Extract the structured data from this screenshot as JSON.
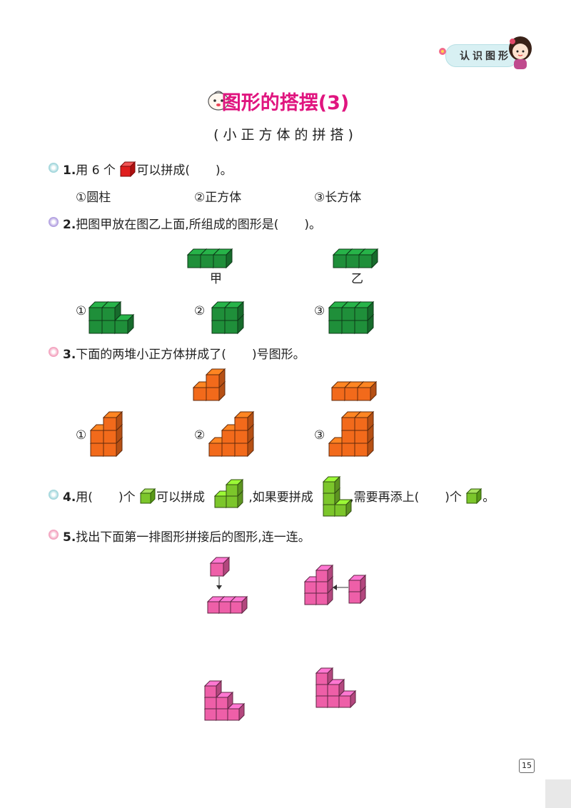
{
  "header": {
    "tag": "认识图形"
  },
  "title": "图形的搭摆(3)",
  "subtitle": "(小正方体的拼搭)",
  "q1": {
    "num": "1.",
    "pre": "用 6 个",
    "post": "可以拼成(",
    "close": ")。",
    "options": [
      "①圆柱",
      "②正方体",
      "③长方体"
    ]
  },
  "q2": {
    "num": "2.",
    "text": "把图甲放在图乙上面,所组成的图形是(",
    "close": ")。",
    "labels": [
      "甲",
      "乙"
    ],
    "options": [
      "①",
      "②",
      "③"
    ]
  },
  "q3": {
    "num": "3.",
    "text": "下面的两堆小正方体拼成了(",
    "close": ")号图形。",
    "options": [
      "①",
      "②",
      "③"
    ]
  },
  "q4": {
    "num": "4.",
    "a": "用(",
    "b": ")个",
    "c": "可以拼成",
    "d": ",如果要拼成",
    "e": ",需要再添上(",
    "f": ")个",
    "g": "。"
  },
  "q5": {
    "num": "5.",
    "text": "找出下面第一排图形拼接后的图形,连一连。"
  },
  "page_number": "15",
  "colors": {
    "green": "#1f8f3a",
    "orange": "#f26a1b",
    "lime": "#7cc62b",
    "pink": "#ee5fa8",
    "red": "#e01e1e",
    "title": "#e0157f"
  }
}
